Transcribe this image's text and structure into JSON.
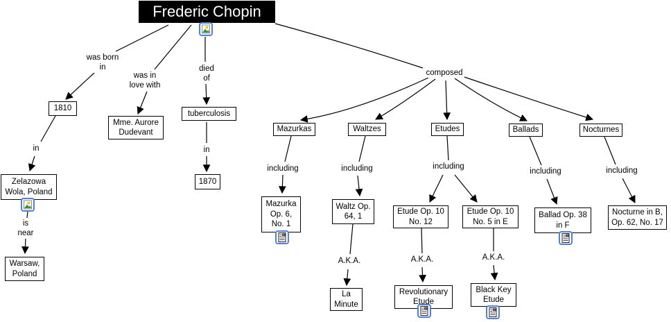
{
  "title": "Frederic Chopin",
  "nodes": {
    "year1810": "1810",
    "dudevant": "Mme. Aurore\nDudevant",
    "tuberculosis": "tuberculosis",
    "year1870": "1870",
    "zelazowa": "Zelazowa\nWola, Poland",
    "warsaw": "Warsaw,\nPoland",
    "mazurkas": "Mazurkas",
    "waltzes": "Waltzes",
    "etudes": "Etudes",
    "ballads": "Ballads",
    "nocturnes": "Nocturnes",
    "mazurka_op6": "Mazurka\nOp. 6,\nNo. 1",
    "waltz_op64": "Waltz Op.\n64, 1",
    "etude_op10_no12": "Etude Op. 10\nNo. 12",
    "etude_op10_no5": "Etude Op. 10\nNo. 5 in E",
    "ballad_op38": "Ballad Op. 38\nin F",
    "nocturne_op62": "Nocturne in B,\nOp. 62, No. 17",
    "la_minute": "La\nMinute",
    "revolutionary": "Revolutionary\nEtude",
    "black_key": "Black Key\nEtude"
  },
  "labels": {
    "was_born_in": "was born\nin",
    "was_in_love_with": "was in\nlove with",
    "died_of": "died\nof",
    "in_birth": "in",
    "is_near": "is\nnear",
    "in_death": "in",
    "composed": "composed",
    "including_mazurkas": "including",
    "including_waltzes": "including",
    "including_etudes": "including",
    "including_ballads": "including",
    "including_nocturnes": "including",
    "aka_waltz": "A.K.A.",
    "aka_etude12": "A.K.A.",
    "aka_etude5": "A.K.A."
  },
  "icons": {
    "image_resource": "picture-resource",
    "document_resource": "document-resource"
  },
  "colors": {
    "title_bg": "#000000",
    "title_fg": "#ffffff",
    "node_border": "#000000",
    "edge": "#000000",
    "icon_border": "#4f81d6"
  }
}
